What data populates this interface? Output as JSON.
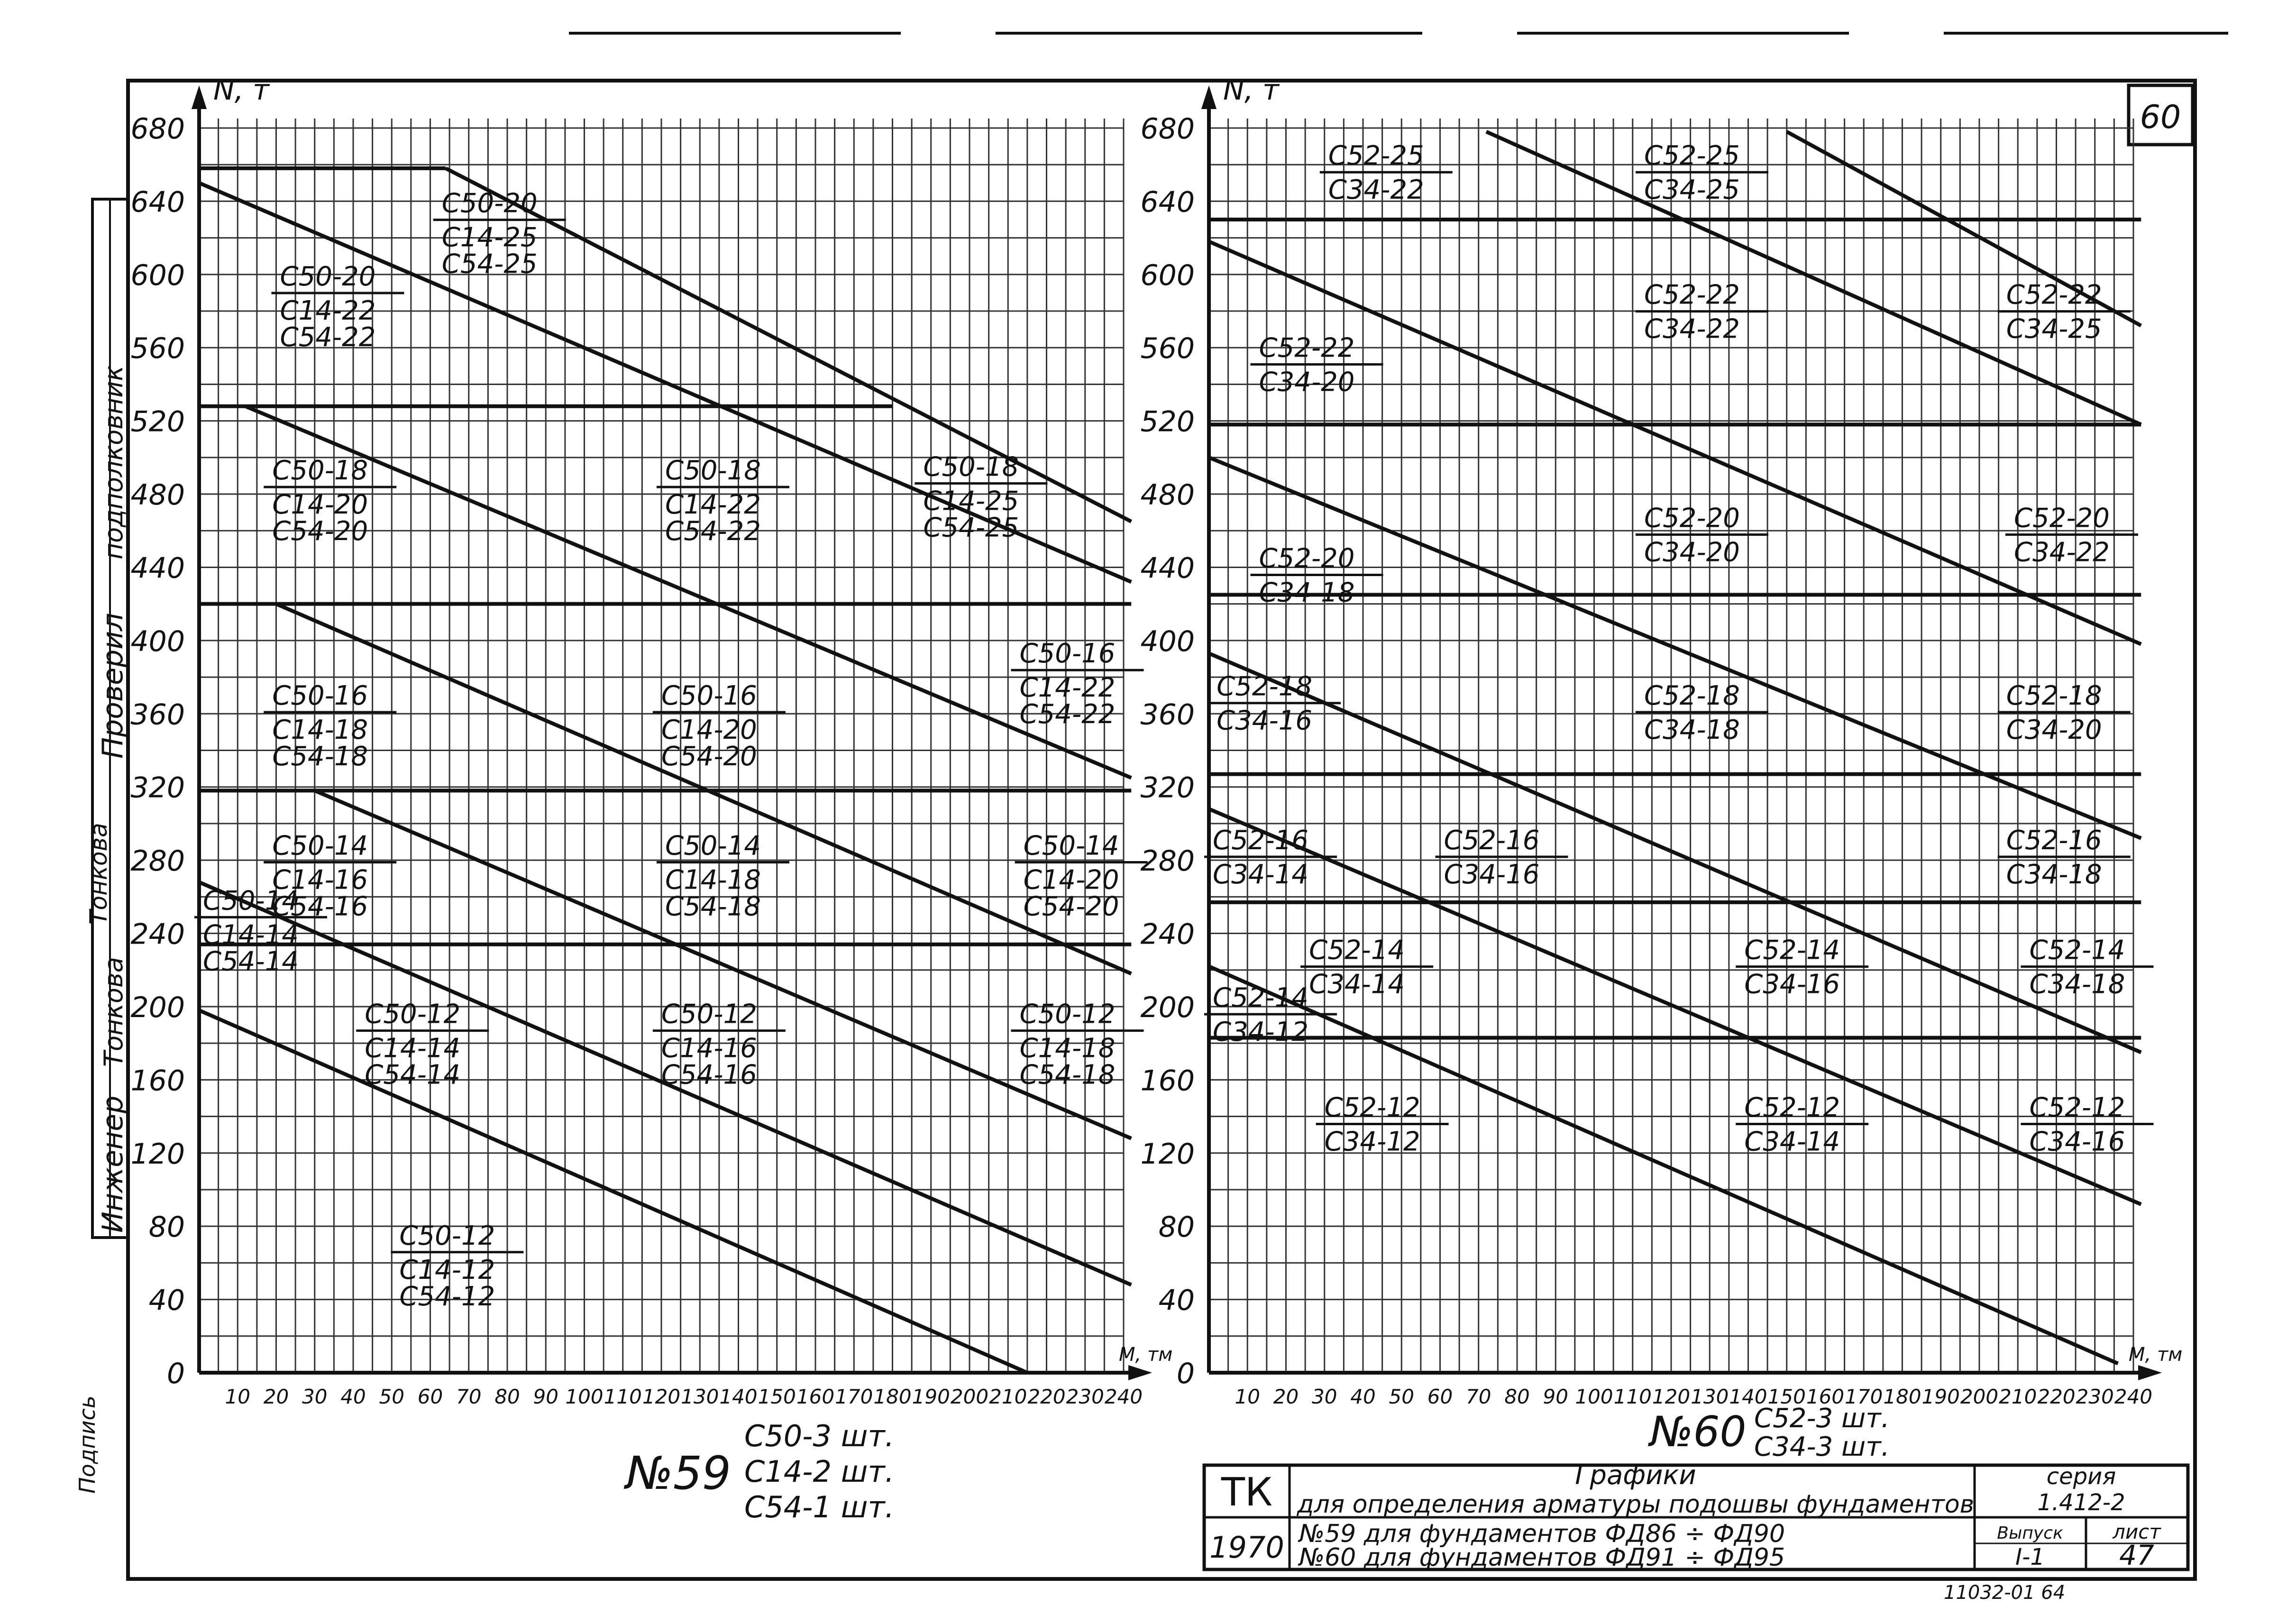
{
  "sheet_number": "60",
  "footer_code": "11032-01 64",
  "left_margin_labels": [
    "Инженер",
    "Тонкова",
    "Тонкова",
    "Проверил",
    "подполковник",
    "Подпись"
  ],
  "title_block": {
    "org": "ТК",
    "title": "Графики",
    "subtitle": "для определения арматуры подошвы фундаментов",
    "line1": "№59 для фундаментов ФД86 ÷ ФД90",
    "line2": "№60 для фундаментов ФД91 ÷ ФД95",
    "year": "1970",
    "series_label": "серия",
    "series_value": "1.412-2",
    "issue_label": "Выпуск",
    "issue_value": "I-1",
    "sheet_label": "лист",
    "sheet_value": "47"
  },
  "chart_data": [
    {
      "type": "line",
      "title": "№59",
      "ylabel": "N, т",
      "xlabel": "M, тм",
      "xlim": [
        0,
        240
      ],
      "ylim": [
        0,
        680
      ],
      "x_ticks": [
        10,
        20,
        30,
        40,
        50,
        60,
        70,
        80,
        90,
        100,
        110,
        120,
        130,
        140,
        150,
        160,
        170,
        180,
        190,
        200,
        210,
        220,
        230,
        240
      ],
      "y_ticks": [
        0,
        40,
        80,
        120,
        160,
        200,
        240,
        280,
        320,
        360,
        400,
        440,
        480,
        520,
        560,
        600,
        640,
        680
      ],
      "composition": [
        "С50-3 шт.",
        "С14-2 шт.",
        "С54-1 шт."
      ],
      "lines": [
        {
          "x": [
            0,
            215
          ],
          "y": [
            198,
            0
          ]
        },
        {
          "x": [
            0,
            242
          ],
          "y": [
            268,
            48
          ]
        },
        {
          "x": [
            30,
            242
          ],
          "y": [
            318,
            128
          ]
        },
        {
          "x": [
            20,
            242
          ],
          "y": [
            420,
            218
          ]
        },
        {
          "x": [
            12,
            242
          ],
          "y": [
            528,
            325
          ]
        },
        {
          "x": [
            0,
            242
          ],
          "y": [
            650,
            432
          ]
        },
        {
          "x": [
            64,
            242
          ],
          "y": [
            658,
            465
          ]
        }
      ],
      "horizontals": [
        {
          "x": [
            0,
            64
          ],
          "y": 658
        },
        {
          "x": [
            0,
            180
          ],
          "y": 528
        },
        {
          "x": [
            0,
            242
          ],
          "y": 420
        },
        {
          "x": [
            0,
            242
          ],
          "y": 318
        },
        {
          "x": [
            0,
            242
          ],
          "y": 234
        }
      ],
      "labels": [
        {
          "x": 20,
          "y": 594,
          "top": "С50-20",
          "lines": [
            "С14-22",
            "С54-22"
          ]
        },
        {
          "x": 62,
          "y": 634,
          "top": "С50-20",
          "lines": [
            "С14-25",
            "С54-25"
          ]
        },
        {
          "x": 18,
          "y": 488,
          "top": "С50-18",
          "lines": [
            "С14-20",
            "С54-20"
          ]
        },
        {
          "x": 120,
          "y": 488,
          "top": "С50-18",
          "lines": [
            "С14-22",
            "С54-22"
          ]
        },
        {
          "x": 187,
          "y": 490,
          "top": "С50-18",
          "lines": [
            "С14-25",
            "С54-25"
          ]
        },
        {
          "x": 18,
          "y": 365,
          "top": "С50-16",
          "lines": [
            "С14-18",
            "С54-18"
          ]
        },
        {
          "x": 119,
          "y": 365,
          "top": "С50-16",
          "lines": [
            "С14-20",
            "С54-20"
          ]
        },
        {
          "x": 212,
          "y": 388,
          "top": "С50-16",
          "lines": [
            "С14-22",
            "С54-22"
          ]
        },
        {
          "x": 18,
          "y": 283,
          "top": "С50-14",
          "lines": [
            "С14-16",
            "С54-16"
          ]
        },
        {
          "x": 120,
          "y": 283,
          "top": "С50-14",
          "lines": [
            "С14-18",
            "С54-18"
          ]
        },
        {
          "x": 213,
          "y": 283,
          "top": "С50-14",
          "lines": [
            "С14-20",
            "С54-20"
          ]
        },
        {
          "x": 0,
          "y": 253,
          "top": "С50-14",
          "lines": [
            "С14-14",
            "С54-14"
          ]
        },
        {
          "x": 42,
          "y": 191,
          "top": "С50-12",
          "lines": [
            "С14-14",
            "С54-14"
          ]
        },
        {
          "x": 119,
          "y": 191,
          "top": "С50-12",
          "lines": [
            "С14-16",
            "С54-16"
          ]
        },
        {
          "x": 212,
          "y": 191,
          "top": "С50-12",
          "lines": [
            "С14-18",
            "С54-18"
          ]
        },
        {
          "x": 51,
          "y": 70,
          "top": "С50-12",
          "lines": [
            "С14-12",
            "С54-12"
          ]
        }
      ]
    },
    {
      "type": "line",
      "title": "№60",
      "ylabel": "N, т",
      "xlabel": "M, тм",
      "xlim": [
        0,
        240
      ],
      "ylim": [
        0,
        680
      ],
      "x_ticks": [
        10,
        20,
        30,
        40,
        50,
        60,
        70,
        80,
        90,
        100,
        110,
        120,
        130,
        140,
        150,
        160,
        170,
        180,
        190,
        200,
        210,
        220,
        230,
        240
      ],
      "y_ticks": [
        0,
        40,
        80,
        120,
        160,
        200,
        240,
        280,
        320,
        360,
        400,
        440,
        480,
        520,
        560,
        600,
        640,
        680
      ],
      "composition": [
        "С52-3 шт.",
        "С34-3 шт."
      ],
      "lines": [
        {
          "x": [
            0,
            236
          ],
          "y": [
            222,
            5
          ]
        },
        {
          "x": [
            0,
            242
          ],
          "y": [
            308,
            92
          ]
        },
        {
          "x": [
            0,
            242
          ],
          "y": [
            393,
            175
          ]
        },
        {
          "x": [
            0,
            242
          ],
          "y": [
            500,
            292
          ]
        },
        {
          "x": [
            0,
            242
          ],
          "y": [
            618,
            398
          ]
        },
        {
          "x": [
            72,
            242
          ],
          "y": [
            678,
            518
          ]
        },
        {
          "x": [
            150,
            242
          ],
          "y": [
            678,
            572
          ]
        }
      ],
      "horizontals": [
        {
          "x": [
            0,
            242
          ],
          "y": 630
        },
        {
          "x": [
            0,
            242
          ],
          "y": 518
        },
        {
          "x": [
            0,
            242
          ],
          "y": 425
        },
        {
          "x": [
            0,
            242
          ],
          "y": 327
        },
        {
          "x": [
            0,
            242
          ],
          "y": 257
        },
        {
          "x": [
            0,
            242
          ],
          "y": 183
        }
      ],
      "labels": [
        {
          "x": 30,
          "y": 660,
          "top": "С52-25",
          "lines": [
            "С34-22"
          ]
        },
        {
          "x": 112,
          "y": 660,
          "top": "С52-25",
          "lines": [
            "С34-25"
          ]
        },
        {
          "x": 112,
          "y": 584,
          "top": "С52-22",
          "lines": [
            "С34-22"
          ]
        },
        {
          "x": 206,
          "y": 584,
          "top": "С52-22",
          "lines": [
            "С34-25"
          ]
        },
        {
          "x": 12,
          "y": 555,
          "top": "С52-22",
          "lines": [
            "С34-20"
          ]
        },
        {
          "x": 112,
          "y": 462,
          "top": "С52-20",
          "lines": [
            "С34-20"
          ]
        },
        {
          "x": 208,
          "y": 462,
          "top": "С52-20",
          "lines": [
            "С34-22"
          ]
        },
        {
          "x": 12,
          "y": 440,
          "top": "С52-20",
          "lines": [
            "С34-18"
          ]
        },
        {
          "x": 112,
          "y": 365,
          "top": "С52-18",
          "lines": [
            "С34-18"
          ]
        },
        {
          "x": 206,
          "y": 365,
          "top": "С52-18",
          "lines": [
            "С34-20"
          ]
        },
        {
          "x": 1,
          "y": 370,
          "top": "С52-18",
          "lines": [
            "С34-16"
          ]
        },
        {
          "x": 60,
          "y": 286,
          "top": "С52-16",
          "lines": [
            "С34-16"
          ]
        },
        {
          "x": 206,
          "y": 286,
          "top": "С52-16",
          "lines": [
            "С34-18"
          ]
        },
        {
          "x": 0,
          "y": 286,
          "top": "С52-16",
          "lines": [
            "С34-14"
          ]
        },
        {
          "x": 25,
          "y": 226,
          "top": "С52-14",
          "lines": [
            "С34-14"
          ]
        },
        {
          "x": 138,
          "y": 226,
          "top": "С52-14",
          "lines": [
            "С34-16"
          ]
        },
        {
          "x": 212,
          "y": 226,
          "top": "С52-14",
          "lines": [
            "С34-18"
          ]
        },
        {
          "x": 0,
          "y": 200,
          "top": "С52-14",
          "lines": [
            "С34-12"
          ]
        },
        {
          "x": 29,
          "y": 140,
          "top": "С52-12",
          "lines": [
            "С34-12"
          ]
        },
        {
          "x": 138,
          "y": 140,
          "top": "С52-12",
          "lines": [
            "С34-14"
          ]
        },
        {
          "x": 212,
          "y": 140,
          "top": "С52-12",
          "lines": [
            "С34-16"
          ]
        }
      ]
    }
  ]
}
